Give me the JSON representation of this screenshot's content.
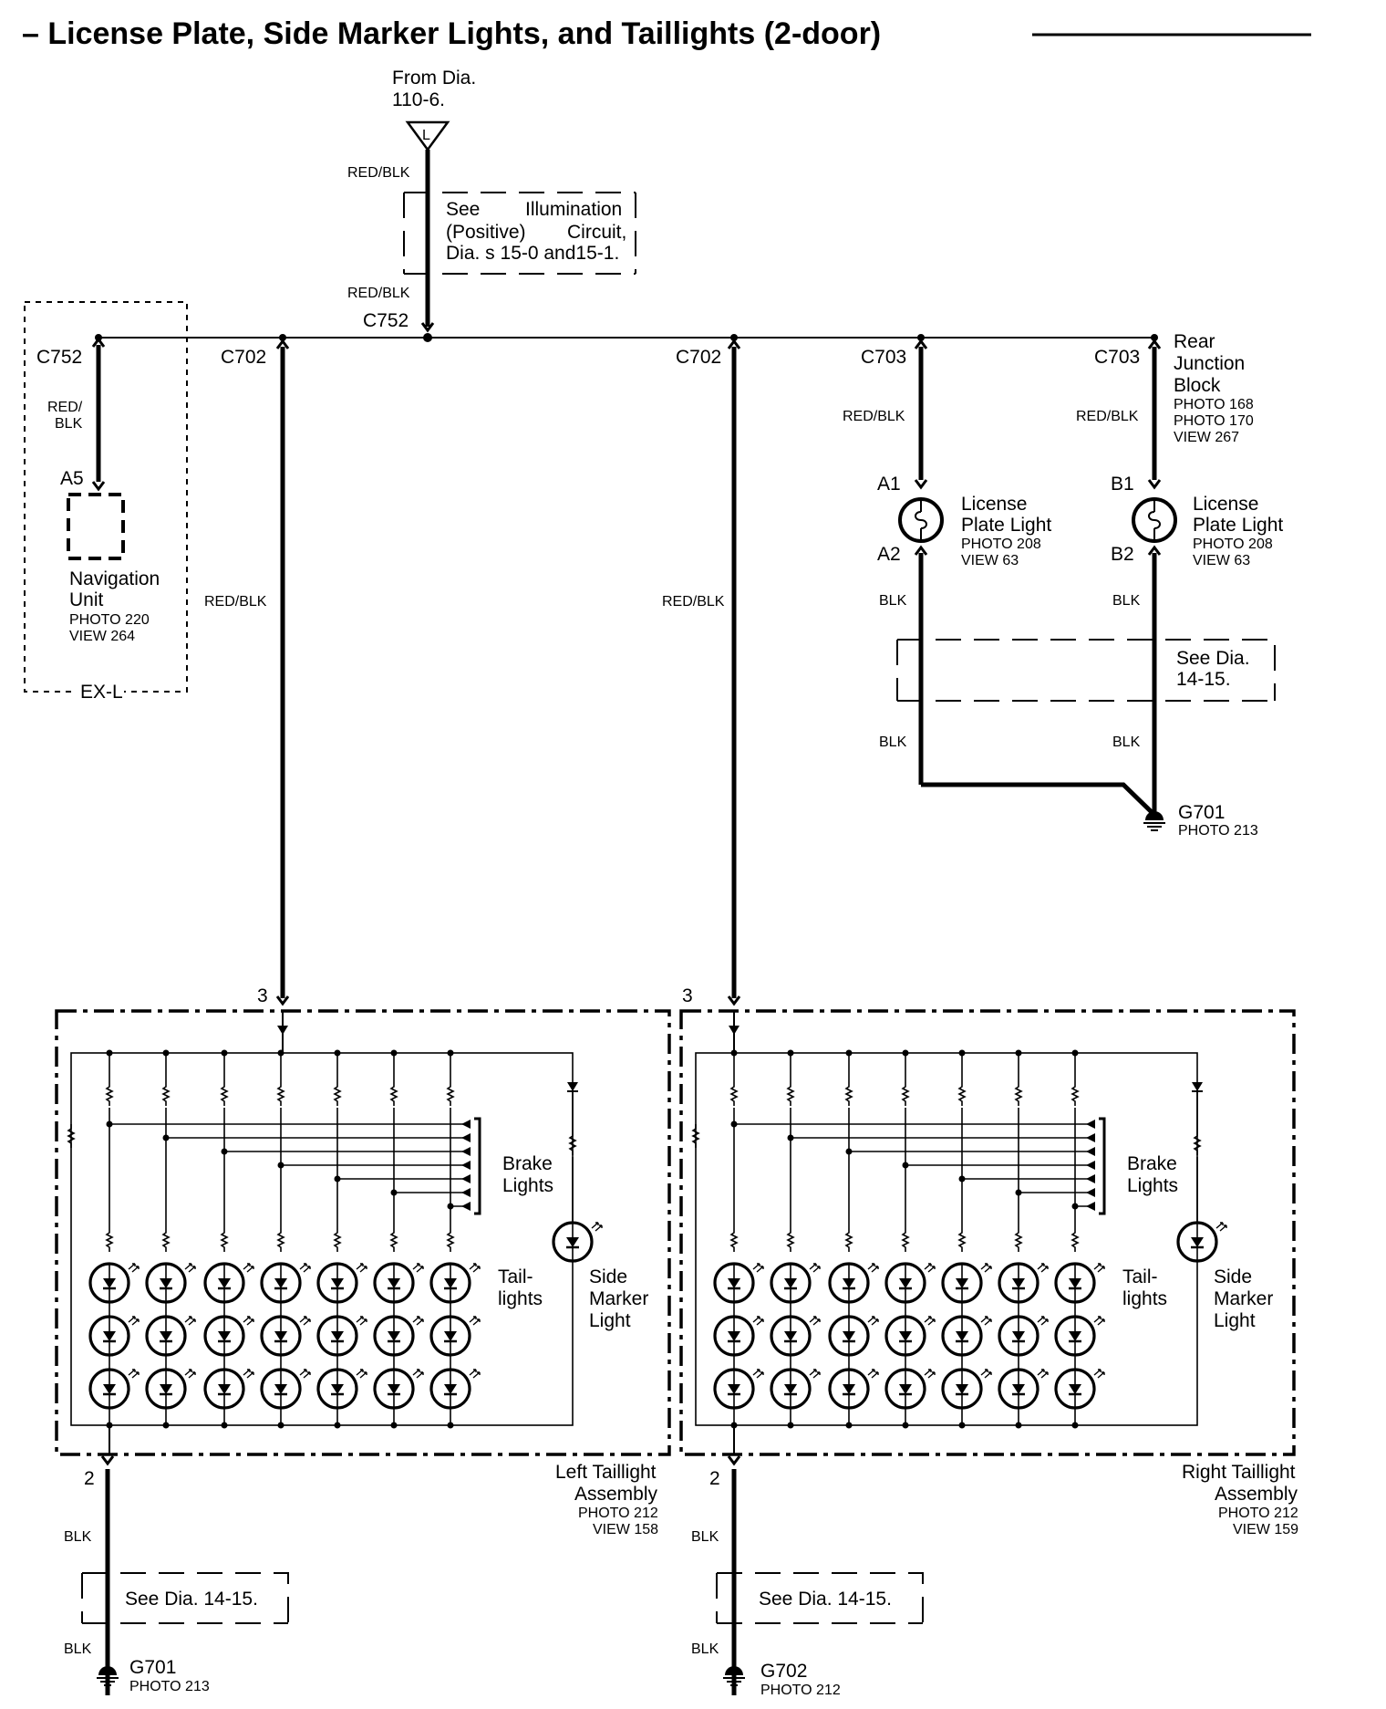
{
  "title": "– License Plate, Side Marker Lights, and Taillights (2-door)",
  "from_dia": {
    "line1": "From Dia.",
    "line2": "110-6.",
    "terminal": "L"
  },
  "illumination_note": {
    "line1a": "See",
    "line1b": "Illumination",
    "line2a": "(Positive)",
    "line2b": "Circuit,",
    "line3": "Dia. s 15-0 and15-1."
  },
  "connectors": {
    "c752": "C752",
    "c702": "C702",
    "c703": "C703"
  },
  "wires": {
    "red_blk": "RED/BLK",
    "red": "RED/",
    "blk": "BLK"
  },
  "navigation": {
    "pin": "A5",
    "name1": "Navigation",
    "name2": "Unit",
    "photo": "PHOTO 220",
    "view": "VIEW 264",
    "option": "EX-L"
  },
  "rear_junction": {
    "line1": "Rear",
    "line2": "Junction",
    "line3": "Block",
    "photo1": "PHOTO 168",
    "photo2": "PHOTO 170",
    "view": "VIEW 267"
  },
  "license_left": {
    "pin_top": "A1",
    "pin_bot": "A2",
    "name1": "License",
    "name2": "Plate Light",
    "photo": "PHOTO 208",
    "view": "VIEW 63"
  },
  "license_right": {
    "pin_top": "B1",
    "pin_bot": "B2",
    "name1": "License",
    "name2": "Plate Light",
    "photo": "PHOTO 208",
    "view": "VIEW 63"
  },
  "see_dia": {
    "line1": "See Dia.",
    "line2": "14-15.",
    "single": "See Dia. 14-15."
  },
  "grounds": {
    "g701": "G701",
    "photo213": "PHOTO 213",
    "g702": "G702",
    "photo212": "PHOTO 212"
  },
  "assembly_pins": {
    "top": "3",
    "bottom": "2"
  },
  "assembly_labels": {
    "brake1": "Brake",
    "brake2": "Lights",
    "tail1": "Tail-",
    "tail2": "lights",
    "side1": "Side",
    "side2": "Marker",
    "side3": "Light"
  },
  "left_assembly": {
    "name1": "Left Taillight",
    "name2": "Assembly",
    "photo": "PHOTO 212",
    "view": "VIEW 158"
  },
  "right_assembly": {
    "name1": "Right Taillight",
    "name2": "Assembly",
    "photo": "PHOTO 212",
    "view": "VIEW 159"
  }
}
